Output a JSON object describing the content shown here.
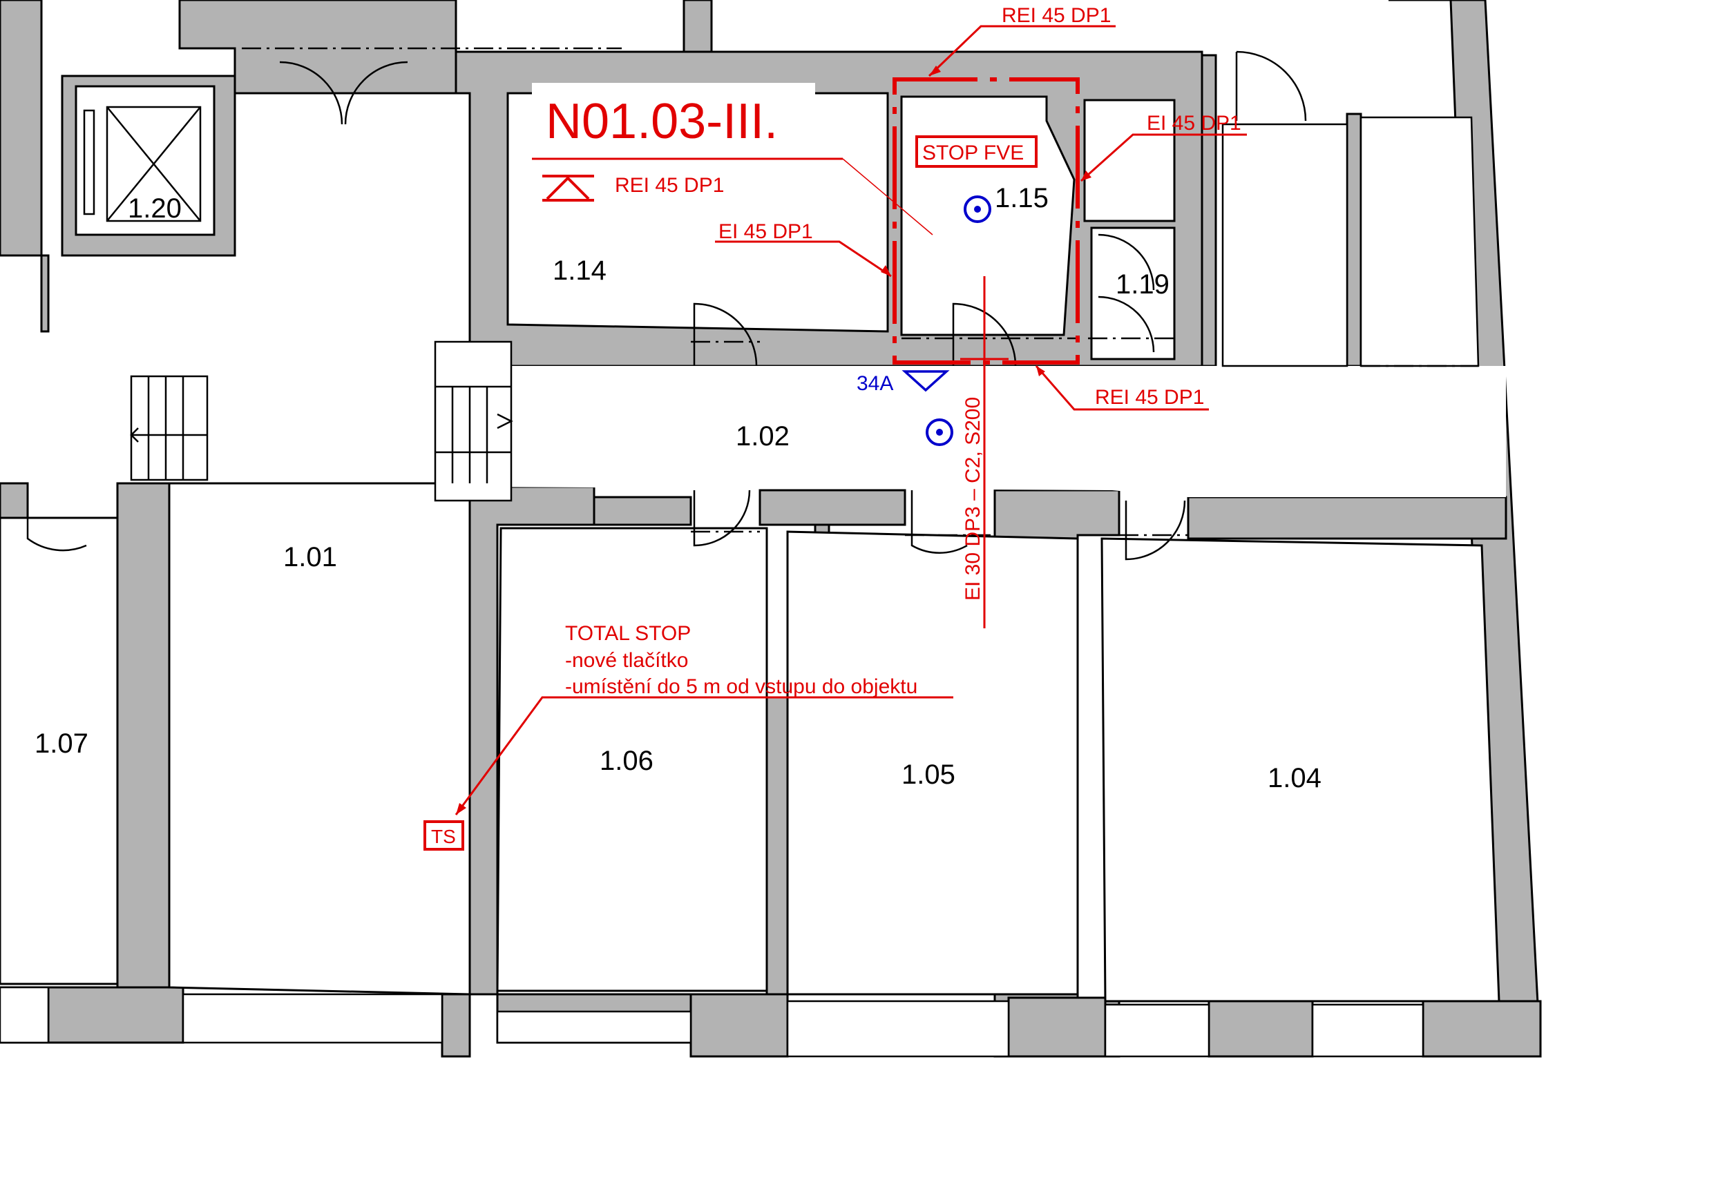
{
  "plan_title": "N01.03-III.",
  "rooms": {
    "r101": "1.01",
    "r102": "1.02",
    "r104": "1.04",
    "r105": "1.05",
    "r106": "1.06",
    "r107": "1.07",
    "r114": "1.14",
    "r115": "1.15",
    "r119": "1.19",
    "r120": "1.20"
  },
  "fire_labels": {
    "legend": "REI 45 DP1",
    "top_rei": "REI 45 DP1",
    "right_ei": "EI 45 DP1",
    "left_ei": "EI 45 DP1",
    "bottom_rei": "REI 45 DP1",
    "vertical_ei": "EI 30 DP3 – C2, S200"
  },
  "stop_fve": "STOP FVE",
  "total_stop": {
    "line1": "TOTAL STOP",
    "line2": "-nové tlačítko",
    "line3": "-umístění do 5 m od vstupu do objektu"
  },
  "ts_box": "TS",
  "marker": "34A",
  "colors": {
    "annotation": "#e10000",
    "symbol": "#0000cc",
    "wall": "#b3b3b3"
  }
}
